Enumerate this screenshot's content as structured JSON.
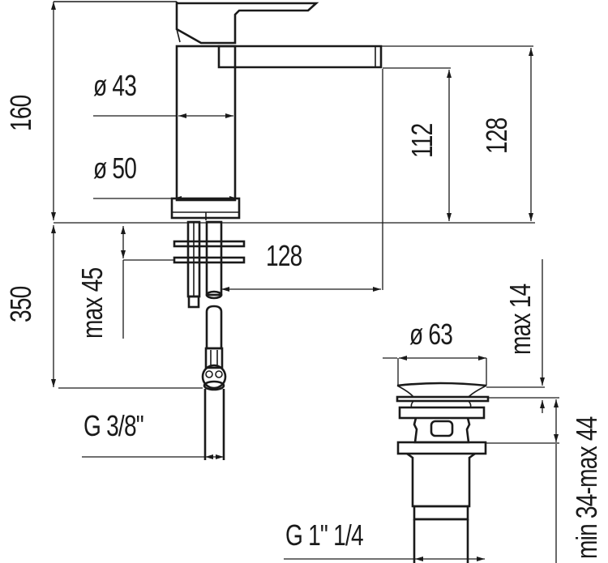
{
  "diagram": {
    "type": "technical dimension drawing",
    "subject": "single-lever basin mixer with pop-up waste",
    "units": "mm",
    "colors": {
      "line": "#1a1a1a",
      "background": "#ffffff"
    }
  },
  "tap": {
    "dimensions": {
      "overall_height": "160",
      "body_diameter_top": "ø 43",
      "body_diameter_base": "ø 50",
      "spout_height_outlet": "112",
      "spout_height_top": "128",
      "spout_reach": "128",
      "shank_length": "max 45",
      "hose_length": "350",
      "connection_thread": "G 3/8\""
    }
  },
  "waste": {
    "dimensions": {
      "cap_diameter": "ø 63",
      "cap_height": "max 14",
      "body_height": "min 34-max 44",
      "thread": "G 1\" 1/4"
    }
  }
}
